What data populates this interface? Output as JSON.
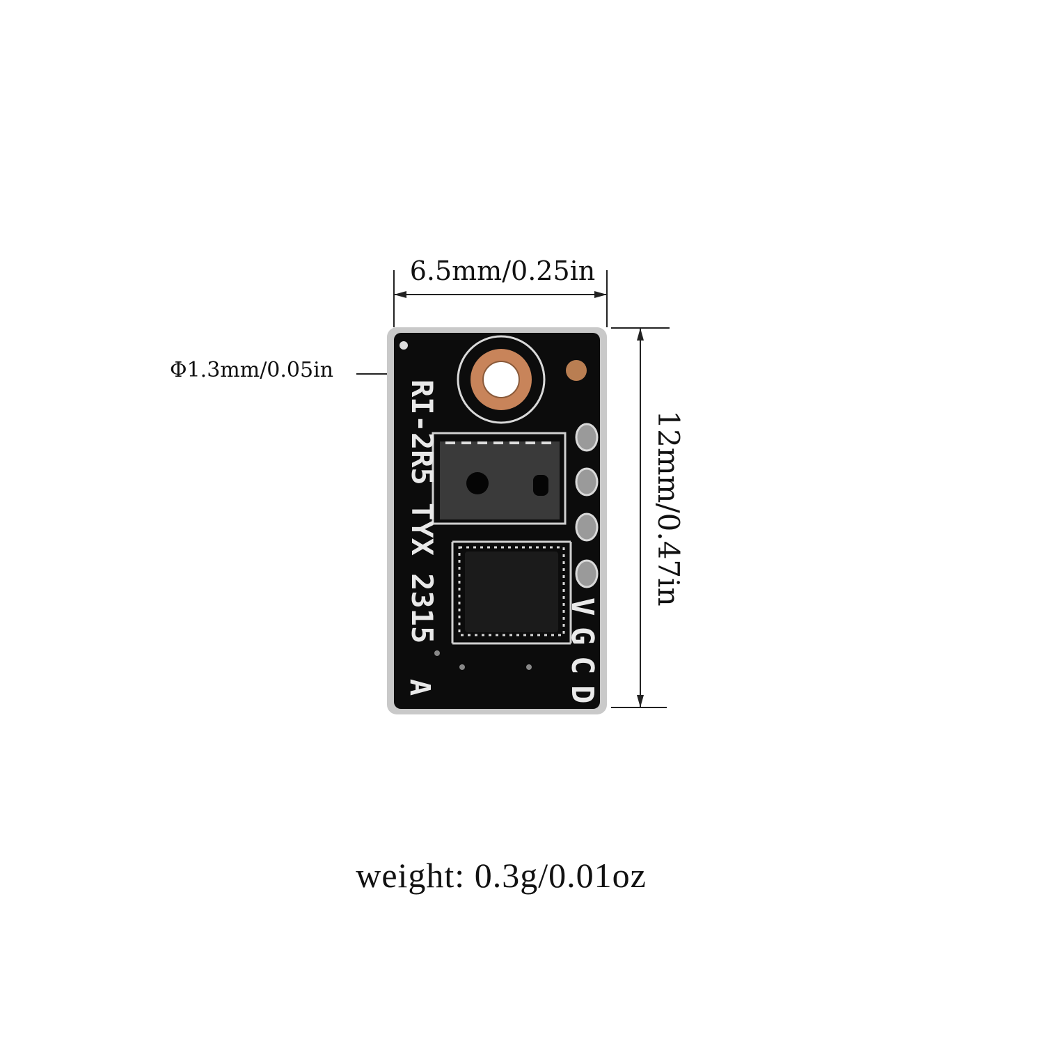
{
  "dimensions": {
    "width_label": "6.5mm/0.25in",
    "height_label": "12mm/0.47in",
    "hole_label": "Φ1.3mm/0.05in"
  },
  "weight_label": "weight: 0.3g/0.01oz",
  "board": {
    "silkscreen_model": "RI-2R5 TYX 2315",
    "silkscreen_corner": "A",
    "pin_labels": [
      "V",
      "G",
      "C",
      "D"
    ],
    "colors": {
      "board": "#0c0c0c",
      "pad": "#c9c9c9",
      "copper": "#c8845a"
    }
  }
}
